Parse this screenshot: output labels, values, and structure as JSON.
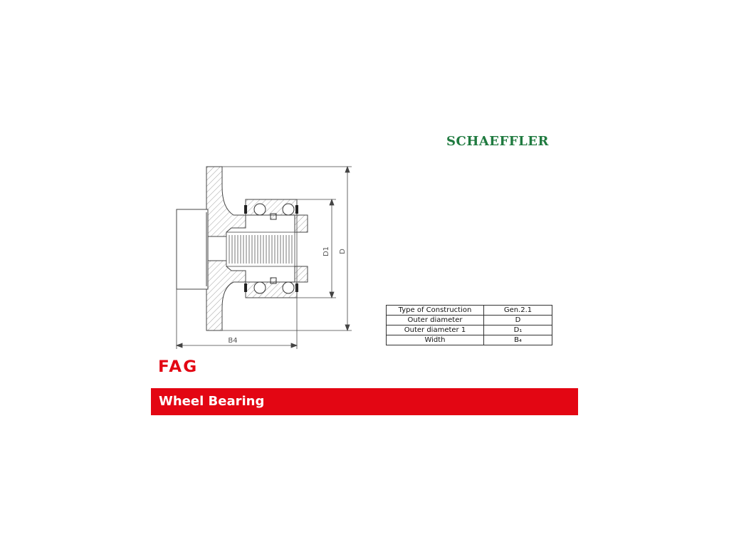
{
  "brand": {
    "company": "SCHAEFFLER",
    "product_brand": "FAG",
    "company_color": "#1f7a3f",
    "accent_color": "#e30613"
  },
  "drawing": {
    "dimension_labels": {
      "outer_diameter": "D",
      "outer_diameter_1": "D1",
      "width": "B4"
    }
  },
  "spec_table": {
    "rows": [
      {
        "label": "Type of Construction",
        "value": "Gen.2.1"
      },
      {
        "label": "Outer diameter",
        "value": "D"
      },
      {
        "label": "Outer diameter 1",
        "value": "D₁"
      },
      {
        "label": "Width",
        "value": "B₄"
      }
    ]
  },
  "banner": {
    "title": "Wheel Bearing"
  }
}
